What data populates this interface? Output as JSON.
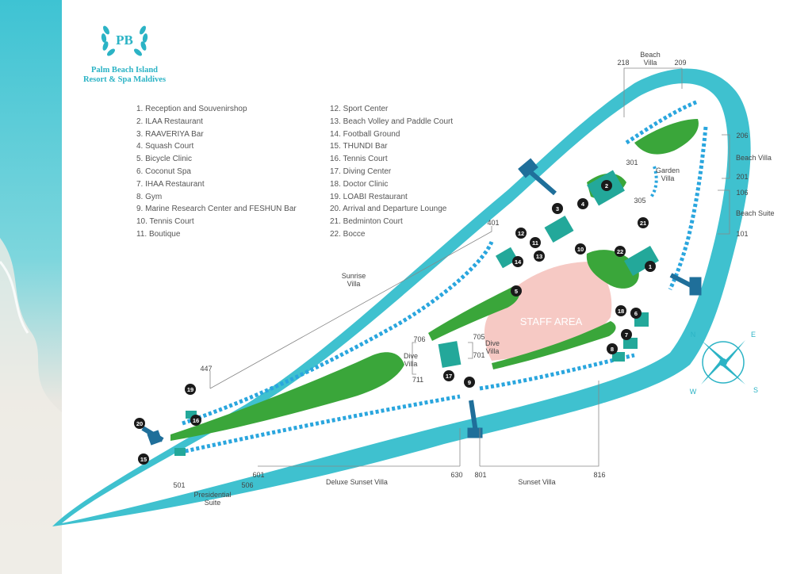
{
  "brand": {
    "logo_initials": "PB",
    "name_line1": "Palm Beach Island",
    "name_line2": "Resort & Spa Maldives"
  },
  "legend_left": [
    "1. Reception and Souvenirshop",
    "2. ILAA Restaurant",
    "3. RAAVERIYA Bar",
    "4. Squash Court",
    "5. Bicycle Clinic",
    "6. Coconut Spa",
    "7. IHAA Restaurant",
    "8. Gym",
    "9. Marine Research Center and FESHUN Bar",
    "10. Tennis Court",
    "11. Boutique"
  ],
  "legend_right": [
    "12. Sport Center",
    "13. Beach Volley and Paddle Court",
    "14. Football Ground",
    "15. THUNDI Bar",
    "16. Tennis Court",
    "17. Diving Center",
    "18. Doctor Clinic",
    "19. LOABI Restaurant",
    "20. Arrival and Departure Lounge",
    "21. Bedminton Court",
    "22. Bocce"
  ],
  "areas": {
    "staff": "STAFF AREA",
    "beach_villa_top": [
      "Beach",
      "Villa"
    ],
    "beach_villa_right": "Beach Villa",
    "beach_suite": "Beach Suite",
    "garden_villa": [
      "Garden",
      "Villa"
    ],
    "sunrise_villa": [
      "Sunrise",
      "Villa"
    ],
    "dive_villa_left": [
      "Dive",
      "Villa"
    ],
    "dive_villa_right": [
      "Dive",
      "Villa"
    ],
    "deluxe_sunset_villa": "Deluxe Sunset Villa",
    "sunset_villa": "Sunset Villa",
    "presidential_suite": [
      "Presidential",
      "Suite"
    ]
  },
  "villa_numbers": {
    "n218": "218",
    "n209": "209",
    "n206": "206",
    "n201": "201",
    "n106": "106",
    "n101": "101",
    "n301": "301",
    "n305": "305",
    "n401": "401",
    "n447": "447",
    "n706": "706",
    "n705": "705",
    "n701": "701",
    "n711": "711",
    "n501": "501",
    "n506": "506",
    "n601": "601",
    "n630": "630",
    "n801": "801",
    "n816": "816"
  },
  "markers": [
    "1",
    "2",
    "3",
    "4",
    "5",
    "6",
    "7",
    "8",
    "9",
    "10",
    "11",
    "12",
    "13",
    "14",
    "15",
    "16",
    "17",
    "18",
    "19",
    "20",
    "21",
    "22"
  ],
  "compass": {
    "n": "N",
    "e": "E",
    "s": "S",
    "w": "W"
  },
  "colors": {
    "water": "#3fc1cf",
    "facility": "#23a89a",
    "villa": "#2aa6de",
    "tree": "#3aa63a",
    "staff": "#f6c9c4",
    "jetty": "#1f6f9a"
  }
}
